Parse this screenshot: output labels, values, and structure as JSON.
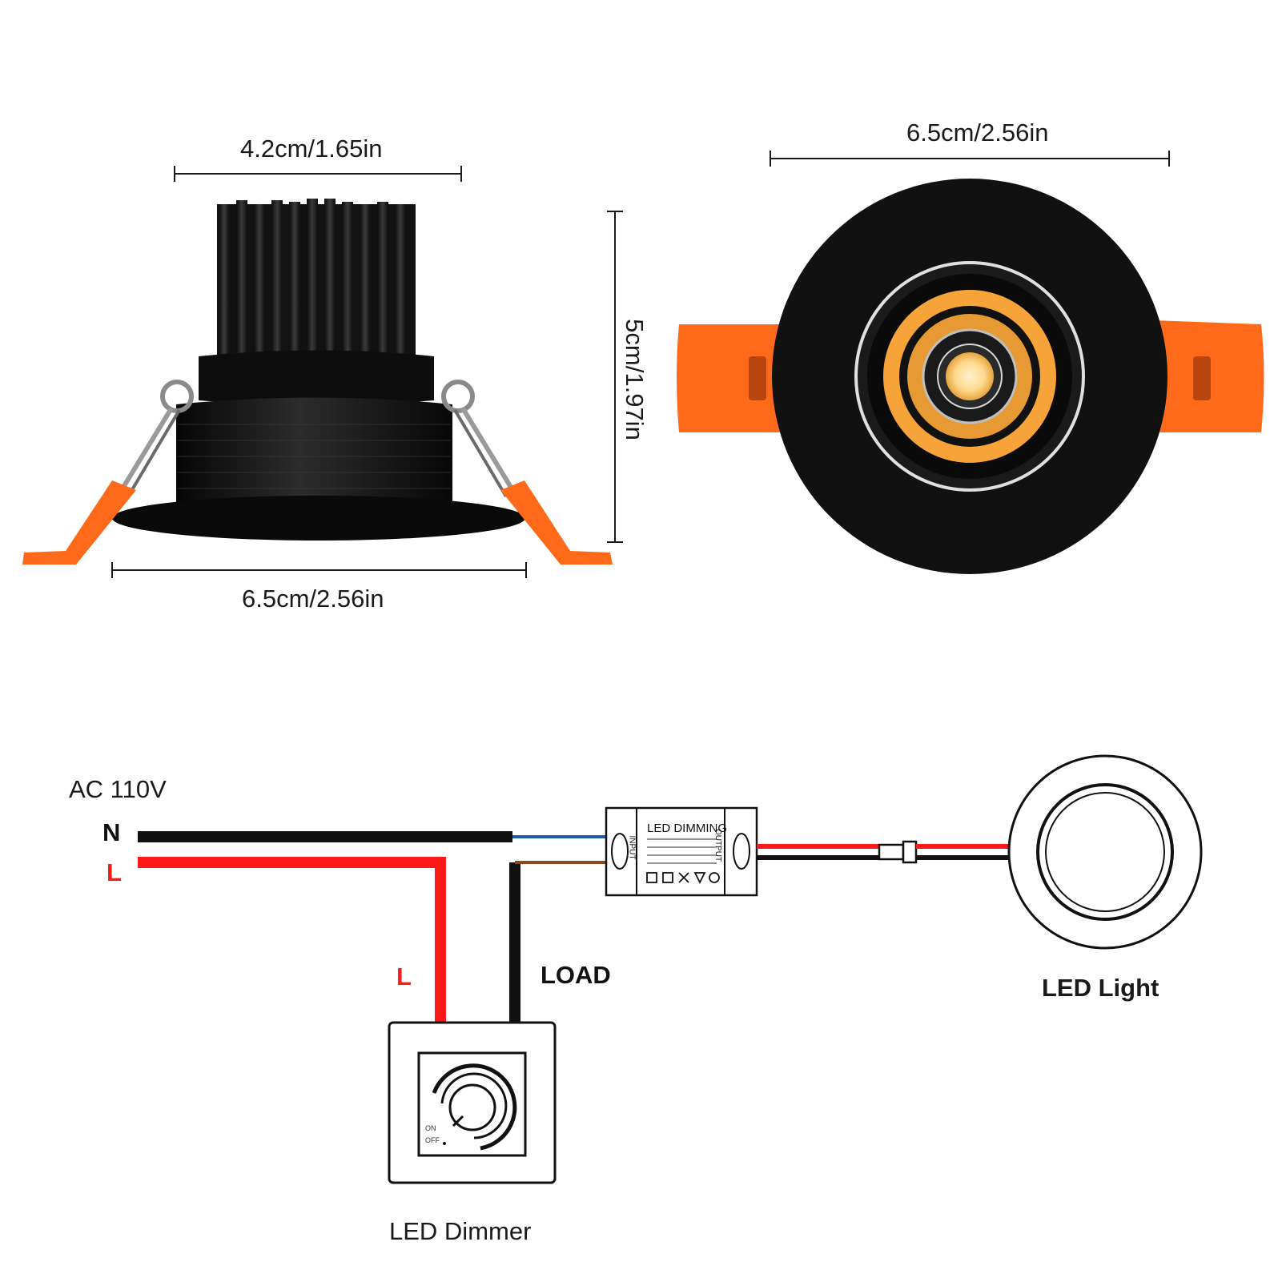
{
  "dimensions": {
    "side_top_width": "4.2cm/1.65in",
    "side_bottom_width": "6.5cm/2.56in",
    "side_height": "5cm/1.97in",
    "front_width": "6.5cm/2.56in"
  },
  "wiring": {
    "supply": "AC 110V",
    "neutral": "N",
    "line": "L",
    "dimmer_line": "L",
    "load": "LOAD",
    "driver": {
      "title": "LED DIMMING",
      "input": "INPUT",
      "output": "OUTPUT",
      "dial_on": "ON",
      "dial_off": "OFF"
    },
    "dimmer_caption": "LED Dimmer",
    "light_caption": "LED Light"
  },
  "colors": {
    "line_red": "#ff1a1a",
    "neutral_black": "#111111",
    "driver_blue": "#1e5aa8",
    "driver_brown": "#8b4a1c",
    "clip_orange": "#ff6a1a",
    "led_amber": "#f6a43a"
  }
}
